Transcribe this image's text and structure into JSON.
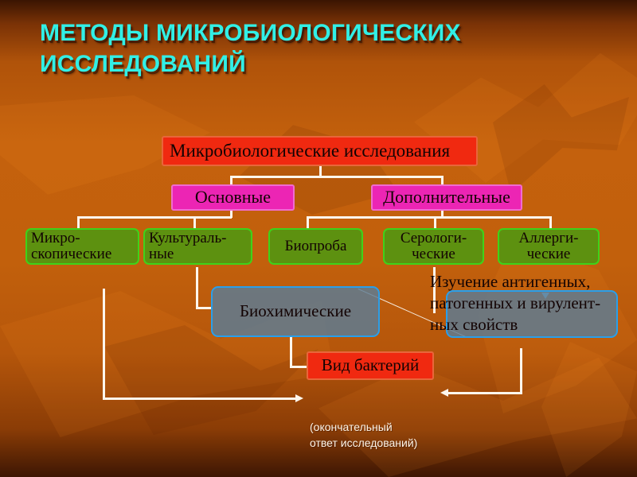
{
  "slide": {
    "title": "МЕТОДЫ МИКРОБИОЛОГИЧЕСКИХ\nИССЛЕДОВАНИЙ",
    "title_color": "#31efe6",
    "background_color": "#c4610d"
  },
  "diagram": {
    "root": {
      "label": "Микробиологические исследования",
      "color": "#f02910"
    },
    "level2": [
      {
        "label": "Основные",
        "color": "#ec25b4"
      },
      {
        "label": "Дополнительные",
        "color": "#ec25b4"
      }
    ],
    "level3": [
      {
        "label": "Микро-\nскопические",
        "color": "#5d9110"
      },
      {
        "label": "Культураль-\nные",
        "color": "#5d9110"
      },
      {
        "label": "Биопроба",
        "color": "#5d9110"
      },
      {
        "label": "Серологи-\nческие",
        "color": "#5d9110"
      },
      {
        "label": "Аллерги-\nческие",
        "color": "#5d9110"
      }
    ],
    "level4": [
      {
        "label": "Биохимические",
        "color": "#5c7d96"
      },
      {
        "label": "Изучение антигенных,\nпатогенных и вирулент-\nных свойств",
        "color": "#5c7d96"
      }
    ],
    "level5": [
      {
        "label": "Вид бактерий",
        "color": "#f02910"
      }
    ]
  },
  "footnote": {
    "text": "(окончательный\nответ исследований)",
    "color": "#fdf4e8"
  }
}
